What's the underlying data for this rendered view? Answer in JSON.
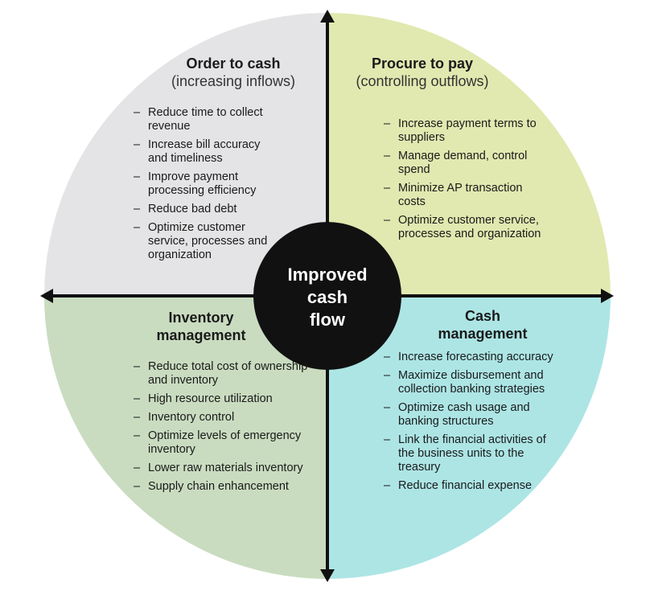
{
  "colors": {
    "order_to_cash": "#e4e4e6",
    "procure_to_pay": "#e1e9b0",
    "inventory_management": "#c9dcc0",
    "cash_management": "#ade5e5",
    "center": "#111111",
    "arrows": "#111111"
  },
  "center": {
    "line1": "Improved",
    "line2": "cash",
    "line3": "flow"
  },
  "quadrants": {
    "order_to_cash": {
      "title": "Order to cash",
      "subtitle": "(increasing inflows)",
      "items": [
        "Reduce time to collect revenue",
        "Increase bill accuracy and timeliness",
        "Improve payment processing efficiency",
        "Reduce bad debt",
        "Optimize customer service, processes and organization"
      ]
    },
    "procure_to_pay": {
      "title": "Procure to pay",
      "subtitle": "(controlling outflows)",
      "items": [
        "Increase payment terms to suppliers",
        "Manage demand, control spend",
        "Minimize AP transaction costs",
        "Optimize customer service, processes and organization"
      ]
    },
    "inventory_management": {
      "title_line1": "Inventory",
      "title_line2": "management",
      "items": [
        "Reduce total cost of ownership and inventory",
        "High resource utilization",
        "Inventory control",
        "Optimize levels of emergency inventory",
        "Lower raw materials inventory",
        "Supply chain enhancement"
      ]
    },
    "cash_management": {
      "title_line1": "Cash",
      "title_line2": "management",
      "items": [
        "Increase forecasting accuracy",
        "Maximize disbursement and collection banking strategies",
        "Optimize cash usage and banking structures",
        "Link the financial activities of the business units to the treasury",
        "Reduce financial expense"
      ]
    }
  }
}
